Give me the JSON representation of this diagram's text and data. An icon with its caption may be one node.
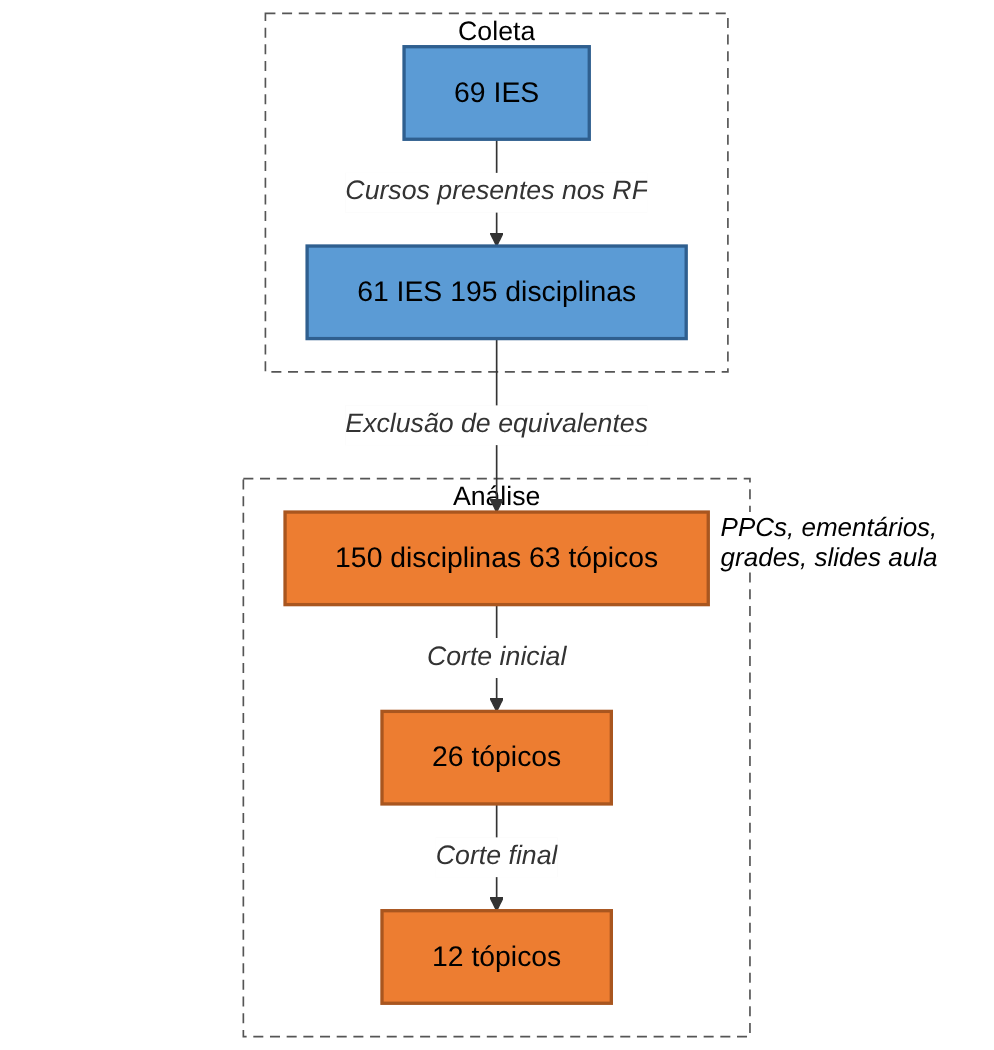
{
  "diagram": {
    "nodes": [
      {
        "text": [
          "Coleta"
        ]
      },
      {
        "text": [
          "69 IES"
        ],
        "in": 0
      },
      {
        "text": [
          "61 IES 195 disciplinas"
        ],
        "in": 0
      },
      {
        "text": [
          "Análise"
        ]
      },
      {
        "text": [
          "150 disciplinas 63 tópicos"
        ],
        "in": 3,
        "beside": [
          "PPCs, ementários, grades, slides aula"
        ]
      },
      {
        "text": [
          "26 tópicos"
        ],
        "in": 3
      },
      {
        "text": [
          "12 tópicos"
        ],
        "in": 3
      }
    ],
    "edges": [
      {
        "from": 1,
        "to": 2,
        "arrow": "to",
        "label": "Cursos presentes nos RF"
      },
      {
        "from": 2,
        "to": 4,
        "arrow": "to",
        "label": "Exclusão de equivalentes"
      },
      {
        "from": 4,
        "to": 5,
        "arrow": "to",
        "label": "Corte inicial"
      },
      {
        "from": 5,
        "to": 6,
        "arrow": "to",
        "label": "Corte final"
      }
    ]
  }
}
